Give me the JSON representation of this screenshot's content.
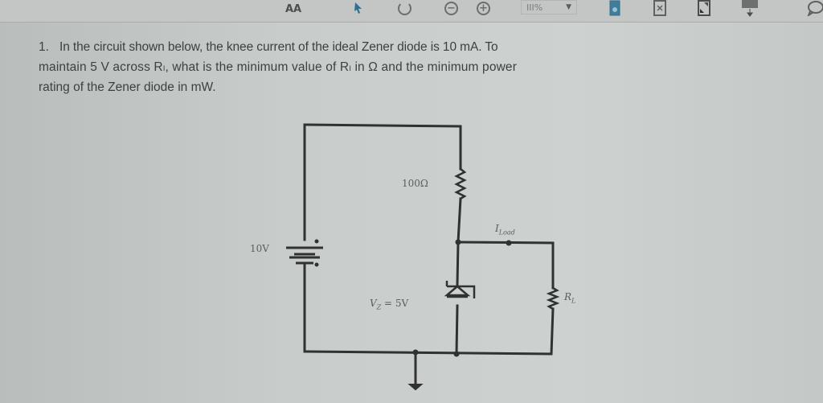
{
  "toolbar": {
    "icons": [
      {
        "name": "highlight-text-icon",
        "glyph": "ꟿ"
      },
      {
        "name": "cursor-icon",
        "glyph": "➤"
      },
      {
        "name": "hand-icon",
        "glyph": "✋"
      },
      {
        "name": "zoom-out-icon",
        "glyph": "−"
      },
      {
        "name": "zoom-in-icon",
        "glyph": "+"
      },
      {
        "name": "zoom-level-dropdown",
        "glyph": "▾"
      },
      {
        "name": "page-view-icon",
        "glyph": "▣"
      },
      {
        "name": "fit-page-icon",
        "glyph": "⛶"
      },
      {
        "name": "fullscreen-icon",
        "glyph": "◩"
      },
      {
        "name": "presentation-icon",
        "glyph": "▭"
      },
      {
        "name": "comment-icon",
        "glyph": "💬"
      }
    ],
    "zoom_value": "III%"
  },
  "question": {
    "number": "1.",
    "line1": "In the circuit shown below, the knee current of the ideal Zener diode is 10 mA. To",
    "line2": "maintain 5 V across Rₗ, what is the minimum value of Rₗ in Ω and the minimum power",
    "line3": "rating of the Zener diode in mW."
  },
  "circuit": {
    "source_label": "10V",
    "series_resistor_label": "100Ω",
    "load_current_label": "I",
    "load_current_sub": "Load",
    "zener_label": "V",
    "zener_sub": "Z",
    "zener_value": " = 5V",
    "load_resistor_label": "R",
    "load_resistor_sub": "L"
  },
  "colors": {
    "background": "#c8ccca",
    "ink": "#2f3231",
    "text": "#3d403f",
    "accent_blue": "#2f6f8f"
  }
}
